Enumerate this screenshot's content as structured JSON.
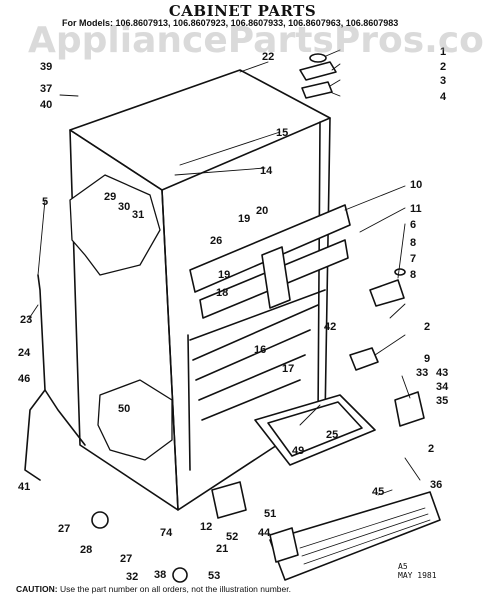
{
  "title": "CABINET PARTS",
  "models_line": "For Models: 106.8607913, 106.8607923, 106.8607933, 106.8607963, 106.8607983",
  "watermark": "AppliancePartsPros.com",
  "caution_prefix": "CAUTION:",
  "caution_text": "Use the part number on all orders, not the illustration number.",
  "date_code_1": "A5",
  "date_code_2": "MAY 1981",
  "callouts": [
    "1",
    "2",
    "3",
    "4",
    "22",
    "39",
    "37",
    "40",
    "15",
    "14",
    "10",
    "11",
    "6",
    "8",
    "7",
    "8",
    "2",
    "5",
    "29",
    "30",
    "31",
    "26",
    "19",
    "20",
    "19",
    "18",
    "16",
    "17",
    "42",
    "9",
    "33",
    "43",
    "34",
    "35",
    "23",
    "24",
    "46",
    "50",
    "49",
    "25",
    "2",
    "36",
    "45",
    "41",
    "27",
    "28",
    "74",
    "52",
    "51",
    "12",
    "44",
    "38",
    "53",
    "21",
    "27",
    "32"
  ]
}
